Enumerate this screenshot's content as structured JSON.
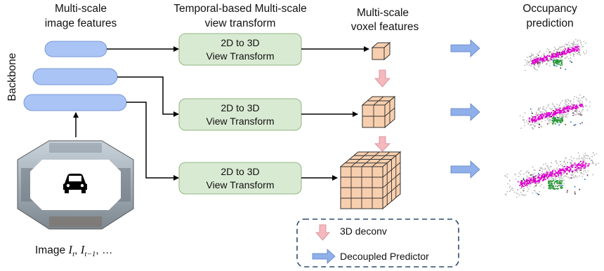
{
  "headers": {
    "image_features": [
      "Multi-scale",
      "image features"
    ],
    "view_transform": [
      "Temporal-based Multi-scale",
      "view transform"
    ],
    "voxel_features": [
      "Multi-scale",
      "voxel features"
    ],
    "occupancy": [
      "Occupancy",
      "prediction"
    ]
  },
  "backbone_label": "Backbone",
  "view_transform_boxes": [
    {
      "line1": "2D to 3D",
      "line2": "View Transform"
    },
    {
      "line1": "2D to 3D",
      "line2": "View Transform"
    },
    {
      "line1": "2D to 3D",
      "line2": "View Transform"
    }
  ],
  "image_caption": {
    "prefix": "Image ",
    "var": "I",
    "sub1": "t",
    "sep": ", ",
    "sub2": "t−1",
    "suffix": ", …"
  },
  "legend": {
    "deconv_label": "3D deconv",
    "predictor_label": "Decoupled Predictor"
  },
  "colors": {
    "feature_pill": "#a9c4f5",
    "feature_pill_stroke": "#7a9ad6",
    "transform_box": "#d9ead3",
    "transform_box_stroke": "#8fb57f",
    "voxel_face": "#f8cfae",
    "voxel_edge": "#333333",
    "deconv_arrow": "#f4b8bd",
    "predictor_arrow": "#8fb0ea",
    "legend_border": "#2d4a6e",
    "occ_road": "#e000d0",
    "occ_veg": "#2c9a3a",
    "occ_building": "#b0b0b0"
  }
}
